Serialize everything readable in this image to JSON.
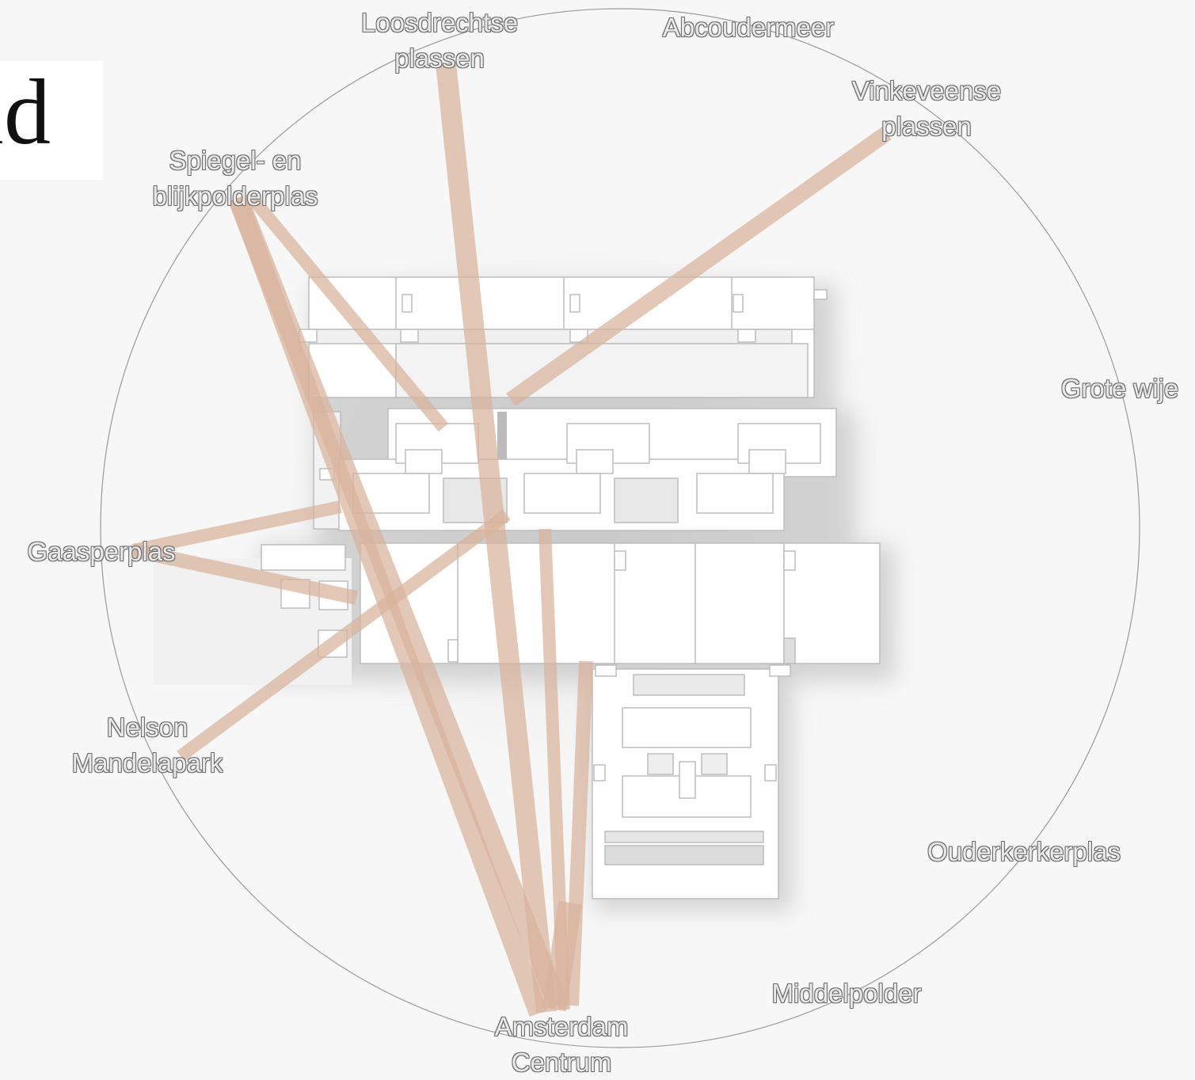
{
  "title_fragment": "id",
  "places": [
    {
      "id": "loosdrechtse",
      "lines": [
        "Loosdrechtse",
        "plassen"
      ]
    },
    {
      "id": "abcoudermeer",
      "lines": [
        "Abcoudermeer"
      ]
    },
    {
      "id": "vinkeveense",
      "lines": [
        "Vinkeveense",
        "plassen"
      ]
    },
    {
      "id": "spiegel",
      "lines": [
        "Spiegel- en",
        "blijkpolderplas"
      ]
    },
    {
      "id": "grote-wije",
      "lines": [
        "Grote wije"
      ]
    },
    {
      "id": "gaasperplas",
      "lines": [
        "Gaasperplas"
      ]
    },
    {
      "id": "nelson",
      "lines": [
        "Nelson",
        "Mandelapark"
      ]
    },
    {
      "id": "ouderkerkerplas",
      "lines": [
        "Ouderkerkerplas"
      ]
    },
    {
      "id": "middelpolder",
      "lines": [
        "Middelpolder"
      ]
    },
    {
      "id": "amsterdam",
      "lines": [
        "Amsterdam",
        "Centrum"
      ]
    }
  ],
  "colors": {
    "background": "#f7f7f7",
    "sightline": "#d8b39c",
    "building": "#ffffff",
    "building_edge": "#bdbdbd",
    "circle": "#9a9a9a"
  }
}
